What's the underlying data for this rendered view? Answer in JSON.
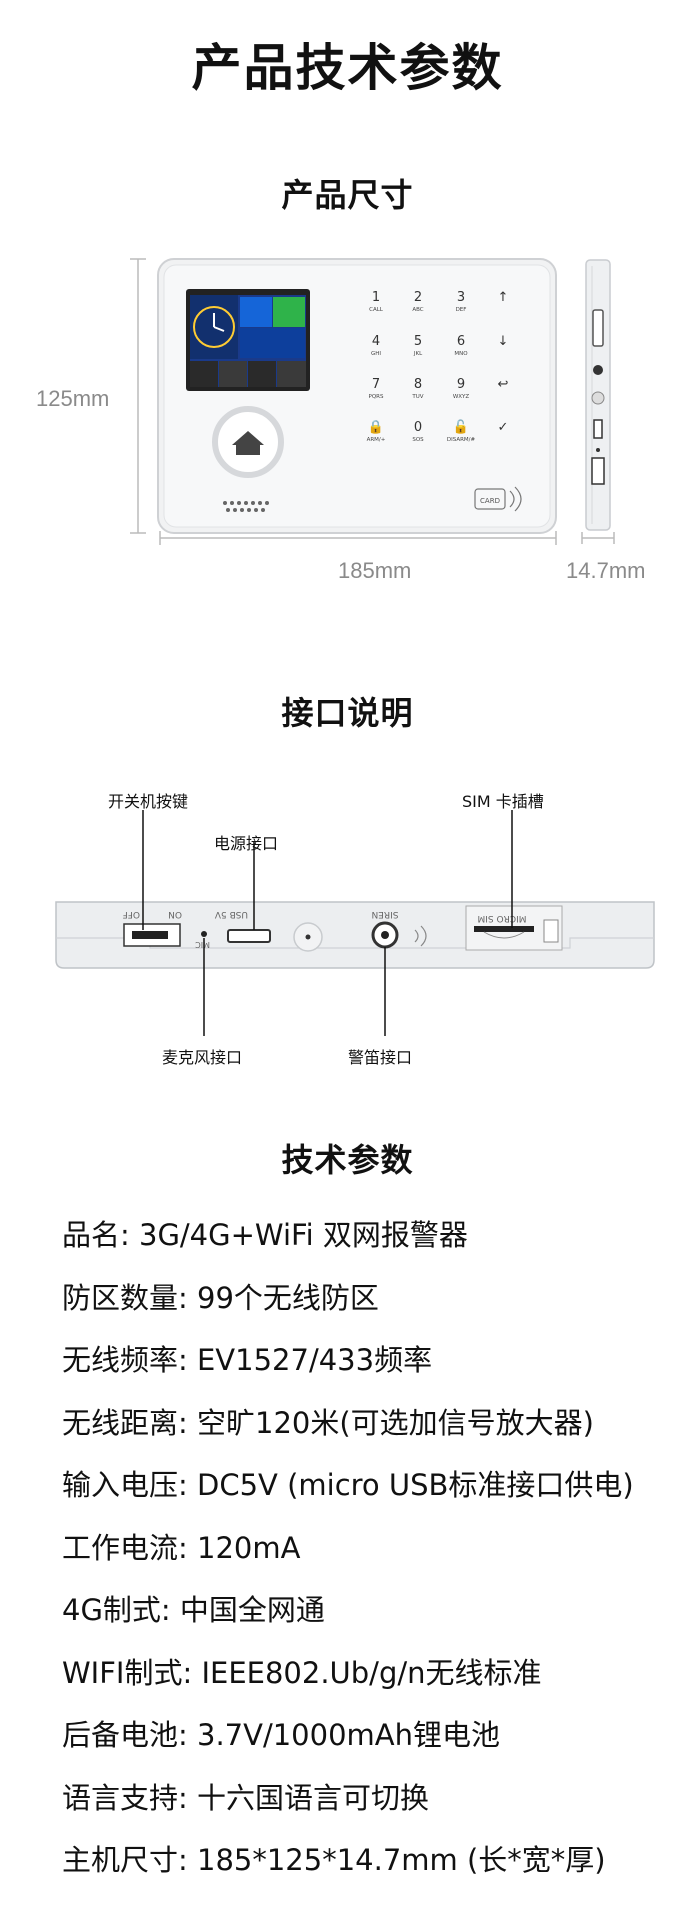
{
  "page": {
    "main_title": "产品技术参数",
    "section_size": "产品尺寸",
    "section_ports": "接口说明",
    "section_specs": "技术参数"
  },
  "dimensions": {
    "height": "125mm",
    "width": "185mm",
    "depth": "14.7mm"
  },
  "ports": {
    "power_switch": "开关机按键",
    "power_port": "电源接口",
    "sim_slot": "SIM 卡插槽",
    "microphone": "麦克风接口",
    "siren": "警笛接口",
    "print_off": "OFF",
    "print_on": "ON",
    "print_mic": "MIC",
    "print_usb": "USB 5V",
    "print_siren": "SIREN",
    "print_sim": "MICRO SIM"
  },
  "device": {
    "keys": [
      {
        "num": "1",
        "sub": "CALL"
      },
      {
        "num": "2",
        "sub": "ABC"
      },
      {
        "num": "3",
        "sub": "DEF"
      },
      {
        "num": "↑",
        "sub": ""
      },
      {
        "num": "4",
        "sub": "GHI"
      },
      {
        "num": "5",
        "sub": "JKL"
      },
      {
        "num": "6",
        "sub": "MNO"
      },
      {
        "num": "↓",
        "sub": ""
      },
      {
        "num": "7",
        "sub": "PQRS"
      },
      {
        "num": "8",
        "sub": "TUV"
      },
      {
        "num": "9",
        "sub": "WXYZ"
      },
      {
        "num": "↩",
        "sub": ""
      },
      {
        "num": "🔒",
        "sub": "ARM/+"
      },
      {
        "num": "0",
        "sub": "SOS"
      },
      {
        "num": "🔓",
        "sub": "DISARM/#"
      },
      {
        "num": "✓",
        "sub": ""
      }
    ],
    "card_label": "CARD"
  },
  "specs": [
    "品名: 3G/4G+WiFi 双网报警器",
    "防区数量: 99个无线防区",
    "无线频率: EV1527/433频率",
    "无线距离: 空旷120米(可选加信号放大器)",
    "输入电压: DC5V (micro USB标准接口供电)",
    "工作电流: 120mA",
    "4G制式: 中国全网通",
    "WIFI制式: IEEE802.Ub/g/n无线标准",
    "后备电池: 3.7V/1000mAh锂电池",
    "语言支持: 十六国语言可切换",
    "主机尺寸: 185*125*14.7mm (长*宽*厚)"
  ],
  "colors": {
    "device_body": "#f1f2f3",
    "screen_blue": "#1565d8",
    "screen_green": "#2fb34a",
    "dim_gray": "#8a8a8a"
  }
}
